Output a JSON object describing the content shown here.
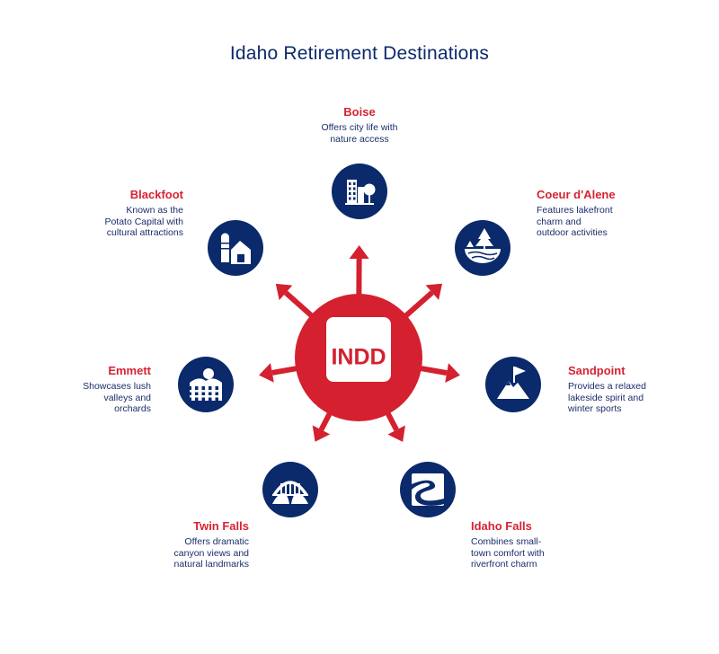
{
  "title": "Idaho Retirement Destinations",
  "center": {
    "label": "INDD"
  },
  "colors": {
    "navy": "#0a2a6b",
    "red": "#d4202f",
    "white": "#ffffff"
  },
  "destinations": [
    {
      "name": "Boise",
      "desc_lines": [
        "Offers city life with",
        "nature access"
      ],
      "icon": "city-icon"
    },
    {
      "name": "Coeur d'Alene",
      "desc_lines": [
        "Features lakefront",
        "charm and",
        "outdoor activities"
      ],
      "icon": "lake-tree-icon"
    },
    {
      "name": "Sandpoint",
      "desc_lines": [
        "Provides a relaxed",
        "lakeside spirit and",
        "winter sports"
      ],
      "icon": "mountain-flag-icon"
    },
    {
      "name": "Idaho Falls",
      "desc_lines": [
        "Combines small-",
        "town comfort with",
        "riverfront charm"
      ],
      "icon": "river-icon"
    },
    {
      "name": "Twin Falls",
      "desc_lines": [
        "Offers dramatic",
        "canyon views and",
        "natural landmarks"
      ],
      "icon": "bridge-icon"
    },
    {
      "name": "Emmett",
      "desc_lines": [
        "Showcases lush",
        "valleys and",
        "orchards"
      ],
      "icon": "valley-fence-icon"
    },
    {
      "name": "Blackfoot",
      "desc_lines": [
        "Known as the",
        "Potato Capital with",
        "cultural attractions"
      ],
      "icon": "barn-silo-icon"
    }
  ]
}
